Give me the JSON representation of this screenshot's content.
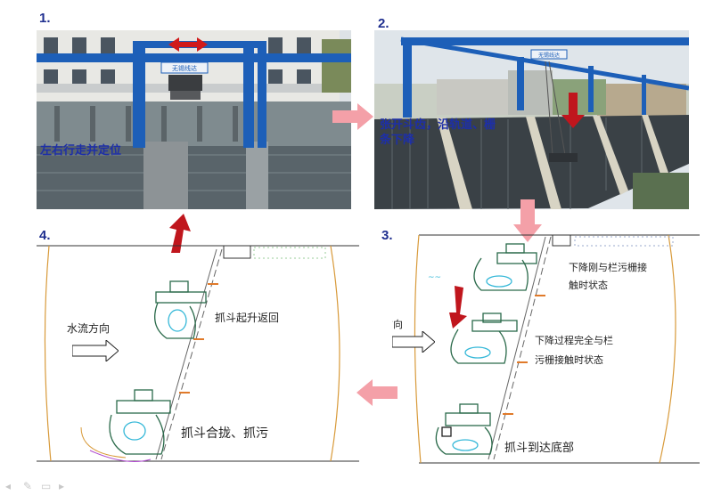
{
  "steps": {
    "s1": {
      "num": "1.",
      "caption": "左右行走并定位",
      "sign": "无锡线达"
    },
    "s2": {
      "num": "2.",
      "caption_line1": "张开斗齿，沿轨道、栅",
      "caption_line2": "条下降",
      "sign": "无锡线达"
    },
    "s3": {
      "num": "3.",
      "flow": "水流方向",
      "state1_line1": "下降刚与栏污栅接",
      "state1_line2": "触时状态",
      "state2_line1": "下降过程完全与栏",
      "state2_line2": "污栅接触时状态",
      "state3": "抓斗到达底部"
    },
    "s4": {
      "num": "4.",
      "flow": "水流方向",
      "lift": "抓斗起升返回",
      "grab": "抓斗合拢、抓污"
    }
  },
  "colors": {
    "step_number": "#1f2f8f",
    "caption": "#1d2fa8",
    "pink_arrow": "#f4a0a8",
    "red_arrow": "#c0161d",
    "gantry_blue": "#1d5fb8",
    "bank_line": "#d89a3a"
  },
  "icons": [
    "arrow-right-icon",
    "arrow-down-icon",
    "arrow-left-icon",
    "arrow-up-icon",
    "red-arrow-icon",
    "flow-arrow-icon"
  ],
  "nav": [
    "prev-icon",
    "pen-icon",
    "menu-icon",
    "next-icon"
  ]
}
